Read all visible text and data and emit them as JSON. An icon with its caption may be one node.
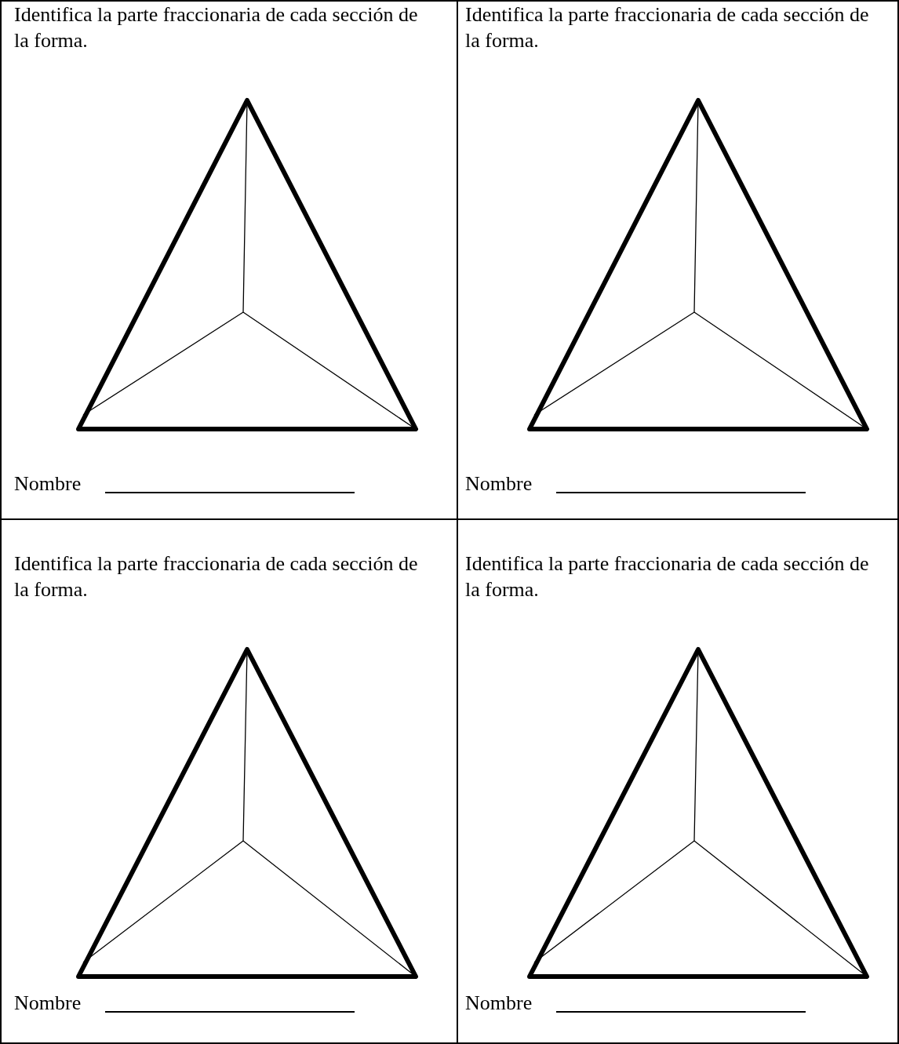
{
  "diagram": {
    "labels": [
      "Identifica la parte fraccionaria de cada sección de la forma.",
      "Identifica la parte fraccionaria de cada sección de la forma.",
      "Nombre",
      "Nombre",
      "Identifica la parte fraccionaria de cada sección de la forma.",
      "Identifica la parte fraccionaria de cada sección de la forma.",
      "Nombre",
      "Nombre"
    ]
  }
}
